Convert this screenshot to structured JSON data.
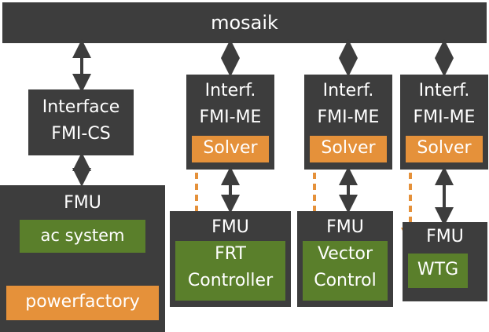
{
  "top": {
    "label": "mosaik"
  },
  "left": {
    "interface": {
      "line1": "Interface",
      "line2": "FMI-CS"
    },
    "fmu": {
      "label": "FMU",
      "inner": "ac system",
      "tool": "powerfactory"
    }
  },
  "columns": [
    {
      "interface": {
        "line1": "Interf.",
        "line2": "FMI-ME",
        "solver": "Solver"
      },
      "fmu": {
        "label": "FMU",
        "inner_line1": "FRT",
        "inner_line2": "Controller"
      }
    },
    {
      "interface": {
        "line1": "Interf.",
        "line2": "FMI-ME",
        "solver": "Solver"
      },
      "fmu": {
        "label": "FMU",
        "inner_line1": "Vector",
        "inner_line2": "Control"
      }
    },
    {
      "interface": {
        "line1": "Interf.",
        "line2": "FMI-ME",
        "solver": "Solver"
      },
      "fmu": {
        "label": "FMU",
        "inner_line1": "WTG"
      }
    }
  ],
  "colors": {
    "dark": "#3d3d3d",
    "green": "#5a7f2b",
    "orange": "#e5913a"
  }
}
